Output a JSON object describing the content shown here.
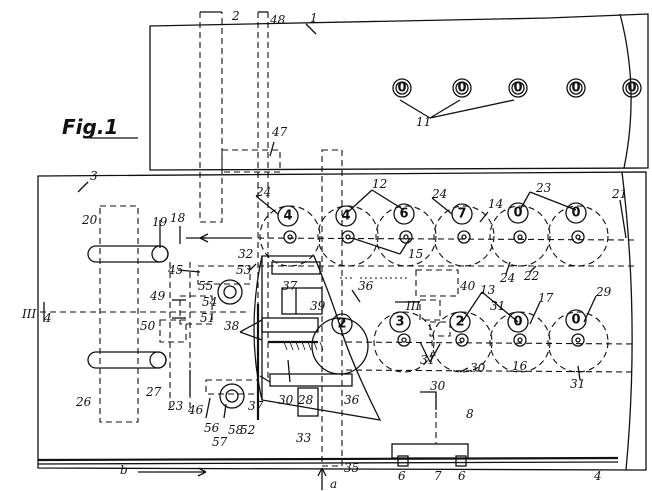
{
  "figure_title": "Fig.1",
  "callouts": {
    "n1": "1",
    "n2": "2",
    "n3": "3",
    "n4": "4",
    "n4b": "4",
    "n6a": "6",
    "n6b": "6",
    "n7": "7",
    "n8": "8",
    "n11": "11",
    "n12": "12",
    "n13": "13",
    "n14": "14",
    "n15": "15",
    "n16": "16",
    "n17": "17",
    "n18": "18",
    "n19": "19",
    "n20": "20",
    "n21": "21",
    "n22": "22",
    "n23": "23",
    "n23b": "23",
    "n24a": "24",
    "n24b": "24",
    "n24c": "24",
    "n26": "26",
    "n27": "27",
    "n28": "28",
    "n29": "29",
    "n30": "30",
    "n30b": "30",
    "n31a": "31",
    "n31b": "31",
    "n31c": "31",
    "n32": "32",
    "n33": "33",
    "n36a": "36",
    "n36b": "36",
    "n37a": "37",
    "n37b": "37",
    "n38": "38",
    "n39": "39",
    "n40": "40",
    "n45": "45",
    "n46": "46",
    "n47": "47",
    "n48": "48",
    "n49": "49",
    "n50": "50",
    "n51": "51",
    "n52": "52",
    "n53": "53",
    "n54": "54",
    "n55": "55",
    "n56": "56",
    "n57": "57",
    "n58": "58",
    "n35": "35",
    "roman_left": "III",
    "roman_mid": "III",
    "arrow_a": "a",
    "arrow_b": "b"
  },
  "upper_wheels": [
    "4",
    "4",
    "6",
    "7",
    "0",
    "0"
  ],
  "lower_wheels": [
    "2",
    "3",
    "2",
    "0",
    "0"
  ],
  "top_strip_digits": [
    "0",
    "0",
    "0",
    "0",
    "0"
  ]
}
